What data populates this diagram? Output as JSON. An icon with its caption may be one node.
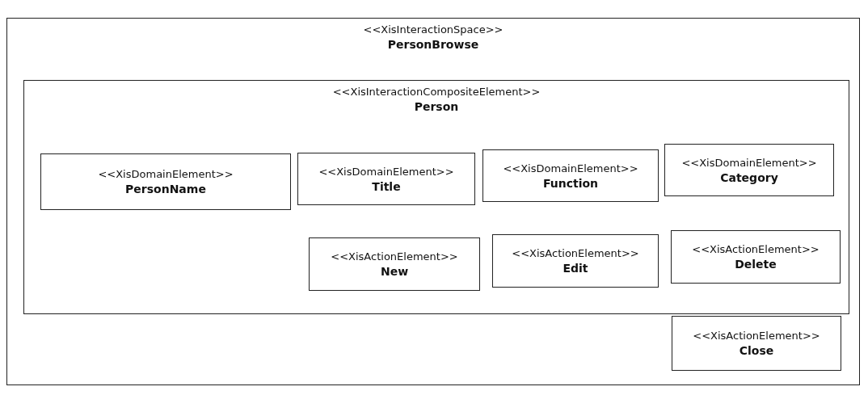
{
  "diagram": {
    "nodes": [
      {
        "text": [
          "<<XisInteractionSpace>>",
          "PersonBrowse"
        ]
      },
      {
        "text": [
          "<<XisInteractionCompositeElement>>",
          "Person"
        ],
        "in": 0
      },
      {
        "text": [
          "<<XisDomainElement>>",
          "PersonName"
        ],
        "in": 1
      },
      {
        "text": [
          "<<XisDomainElement>>",
          "Title"
        ],
        "in": 1
      },
      {
        "text": [
          "<<XisDomainElement>>",
          "Function"
        ],
        "in": 1
      },
      {
        "text": [
          "<<XisDomainElement>>",
          "Category"
        ],
        "in": 1
      },
      {
        "text": [
          "<<XisActionElement>>",
          "New"
        ],
        "in": 1
      },
      {
        "text": [
          "<<XisActionElement>>",
          "Edit"
        ],
        "in": 1
      },
      {
        "text": [
          "<<XisActionElement>>",
          "Delete"
        ],
        "in": 1
      },
      {
        "text": [
          "<<XisActionElement>>",
          "Close"
        ],
        "in": 0
      }
    ]
  }
}
